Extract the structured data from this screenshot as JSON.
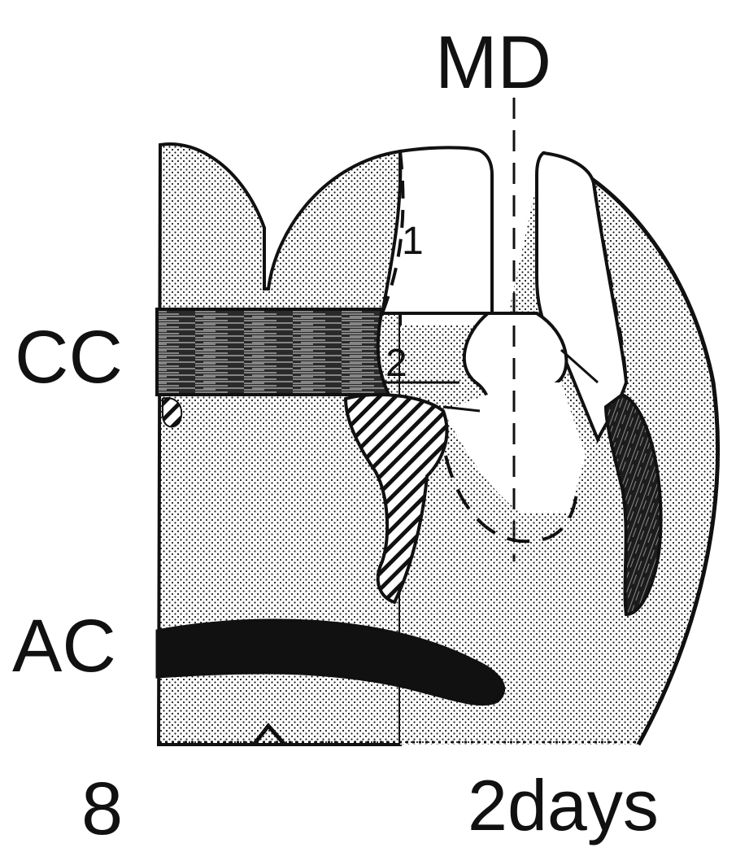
{
  "figure": {
    "panel_number": "8",
    "time_label": "2days",
    "labels": {
      "md": "MD",
      "cc": "CC",
      "ac": "AC",
      "zone1": "1",
      "zone2": "2"
    },
    "colors": {
      "ink": "#111111",
      "paper": "#ffffff",
      "stipple": "#1a1a1a"
    }
  }
}
